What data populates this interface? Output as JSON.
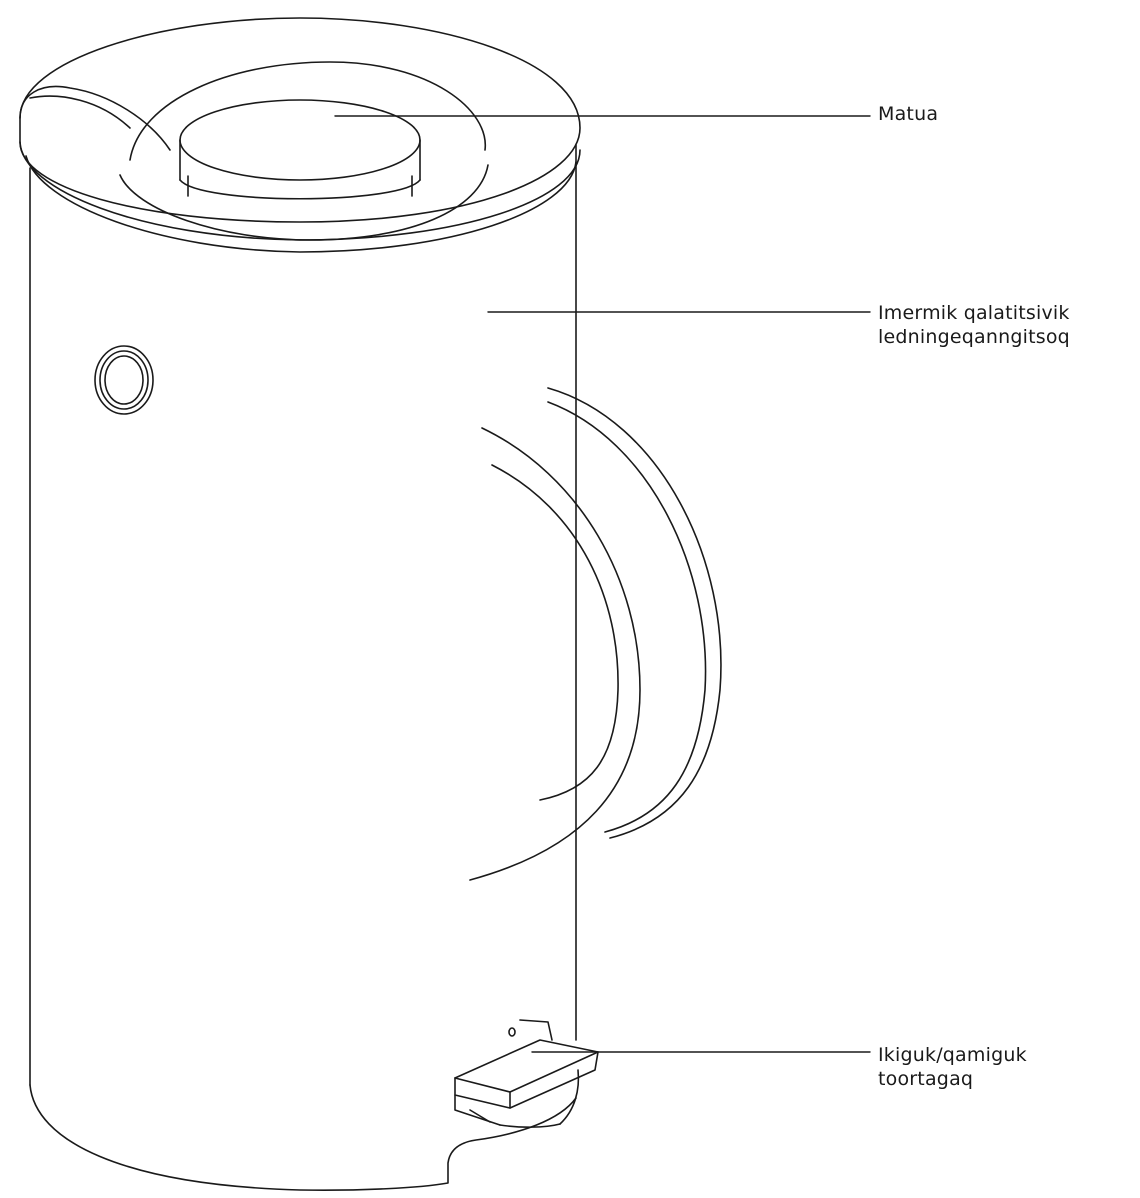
{
  "labels": {
    "lid": {
      "line1": "Matua"
    },
    "water_window": {
      "line1": "Imermik qalatitsivik",
      "line2": "ledningeqanngitsoq"
    },
    "power_switch": {
      "line1": "Ikiguk/qamiguk",
      "line2": "toortagaq"
    }
  },
  "colors": {
    "stroke": "#1a1a1a",
    "background": "#ffffff"
  }
}
